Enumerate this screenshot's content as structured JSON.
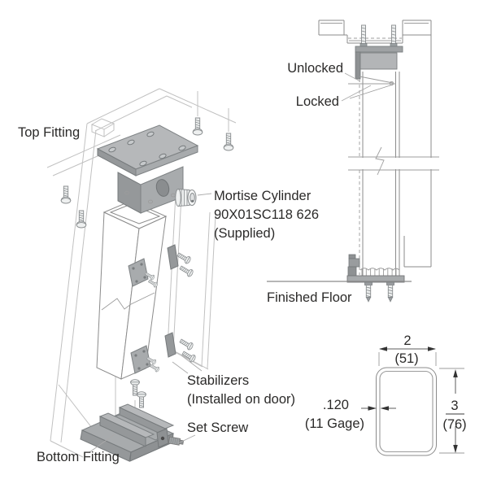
{
  "labels": {
    "top_fitting": "Top Fitting",
    "mortise_cylinder_1": "Mortise Cylinder",
    "mortise_cylinder_2": "90X01SC118 626",
    "mortise_cylinder_3": "(Supplied)",
    "stabilizers_1": "Stabilizers",
    "stabilizers_2": "(Installed on door)",
    "set_screw": "Set Screw",
    "bottom_fitting": "Bottom Fitting"
  },
  "section_view": {
    "unlocked": "Unlocked",
    "locked": "Locked",
    "finished_floor": "Finished Floor"
  },
  "cross_section": {
    "width_in": "2",
    "width_mm": "(51)",
    "height_in": "3",
    "height_mm": "(76)",
    "wall_thickness": ".120",
    "wall_gage": "(11 Gage)"
  },
  "colors": {
    "text": "#2b2a29",
    "outline_gray": "#8b8b8b",
    "background_line_gray": "#c1c1c1",
    "fitting_gray_light": "#b6b8ba",
    "fitting_gray_mid": "#a8abad",
    "fitting_gray_dark": "#8e9193"
  }
}
